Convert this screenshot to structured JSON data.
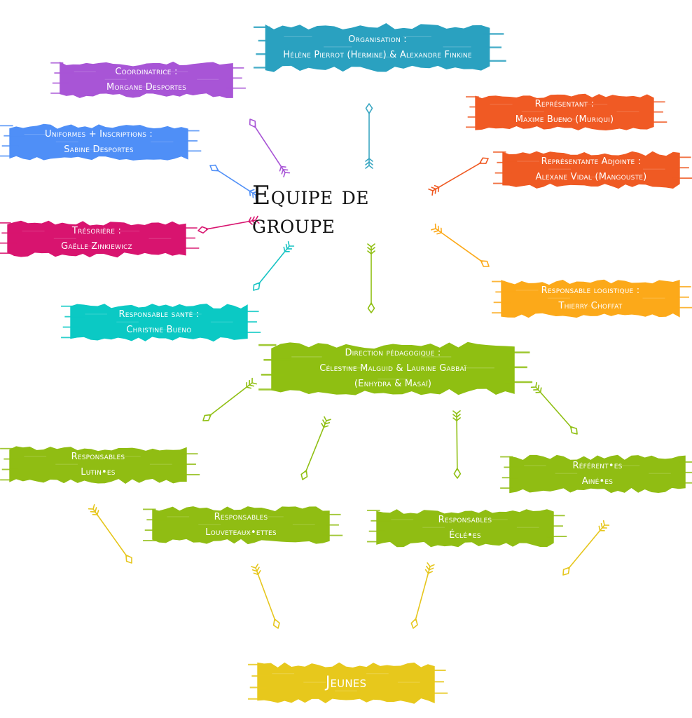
{
  "title": "Equipe de groupe",
  "boxes": {
    "organisation": {
      "role": "Organisation :",
      "names": "Hélène Pierrot (Hermine) & Alexandre Finkine",
      "color": "#2aa1c0"
    },
    "coordinatrice": {
      "role": "Coordinatrice :",
      "names": "Morgane Desportes",
      "color": "#a855d6"
    },
    "uniformes": {
      "role": "Uniformes + Inscriptions :",
      "names": "Sabine Desportes",
      "color": "#4f8ff7"
    },
    "tresoriere": {
      "role": "Trésorière :",
      "names": "Gaëlle Zinkiewicz",
      "color": "#d8146f"
    },
    "sante": {
      "role": "Responsable santé :",
      "names": "Christine Bueno",
      "color": "#0bc9c4"
    },
    "representant": {
      "role": "Représentant :",
      "names": "Maxime Bueno (Muriqui)",
      "color": "#f05a24"
    },
    "representante_adjointe": {
      "role": "Représentante Adjointe :",
      "names": "Alexane Vidal (Mangouste)",
      "color": "#ef5a23"
    },
    "logistique": {
      "role": "Responsable logistique :",
      "names": "Thierry Choffat",
      "color": "#fca919"
    },
    "direction": {
      "role": "Direction pédagogique :",
      "names": "Célestine Malguid & Laurine Gabbaï",
      "extra": "(Enhydra & Masaï)",
      "color": "#8fbf12"
    },
    "lutins": {
      "role": "Responsables",
      "names": "Lutin•es",
      "color": "#90bd13"
    },
    "louveteaux": {
      "role": "Responsables",
      "names": "Louveteaux•ettes",
      "color": "#90bd13"
    },
    "eclees": {
      "role": "Responsables",
      "names": "Éclé•es",
      "color": "#90bd13"
    },
    "ainees": {
      "role": "Référent•es",
      "names": "Ainé•es",
      "color": "#90bd13"
    },
    "jeunes": {
      "role": "Jeunes",
      "color": "#e7c81c"
    }
  },
  "arrow_colors": {
    "organisation": "#3aa7c2",
    "coordinatrice": "#a855d6",
    "uniformes": "#4f8ff7",
    "tresoriere": "#d8146f",
    "sante": "#17c3c3",
    "representant": "#ef5a23",
    "logistique": "#fca919",
    "pedagogie": "#8fbf12",
    "jeunes": "#e6c61d"
  }
}
